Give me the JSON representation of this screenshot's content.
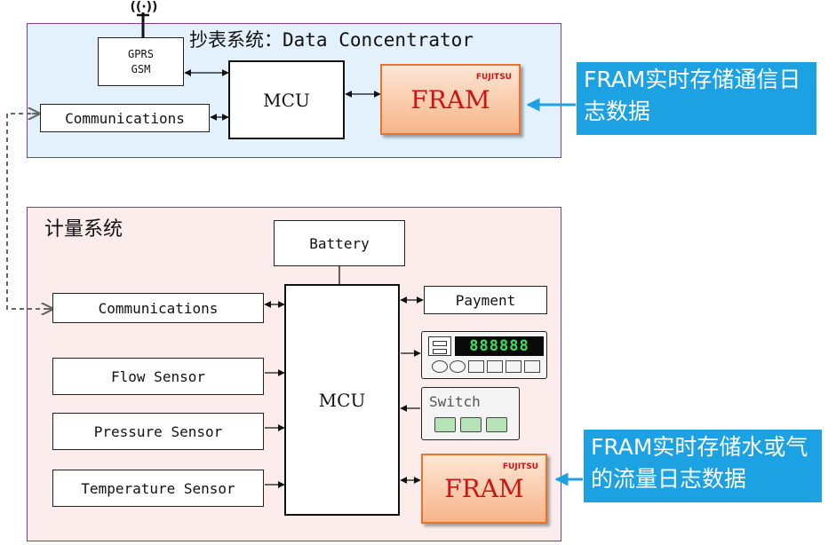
{
  "concentrator": {
    "title": "抄表系统：Data Concentrator",
    "gprs_line1": "GPRS",
    "gprs_line2": "GSM",
    "communications": "Communications",
    "mcu": "MCU",
    "fram": "FRAM",
    "fram_brand": "FUJITSU",
    "callout": "FRAM实时存储通信日志数据"
  },
  "metering": {
    "title": "计量系统",
    "battery": "Battery",
    "communications": "Communications",
    "flow_sensor": "Flow Sensor",
    "pressure_sensor": "Pressure Sensor",
    "temperature_sensor": "Temperature Sensor",
    "mcu": "MCU",
    "payment": "Payment",
    "display_digits": "888888",
    "switch": "Switch",
    "fram": "FRAM",
    "fram_brand": "FUJITSU",
    "callout": "FRAM实时存储水或气的流量日志数据"
  },
  "colors": {
    "panel_top_bg": "#e2f1fb",
    "panel_bottom_bg": "#fcecec",
    "panel_border": "#7b3f8c",
    "fram_border": "#e8742c",
    "fram_text": "#cc1414",
    "callout_bg": "#1ca1e2",
    "lcd_digits": "#37e05a"
  }
}
